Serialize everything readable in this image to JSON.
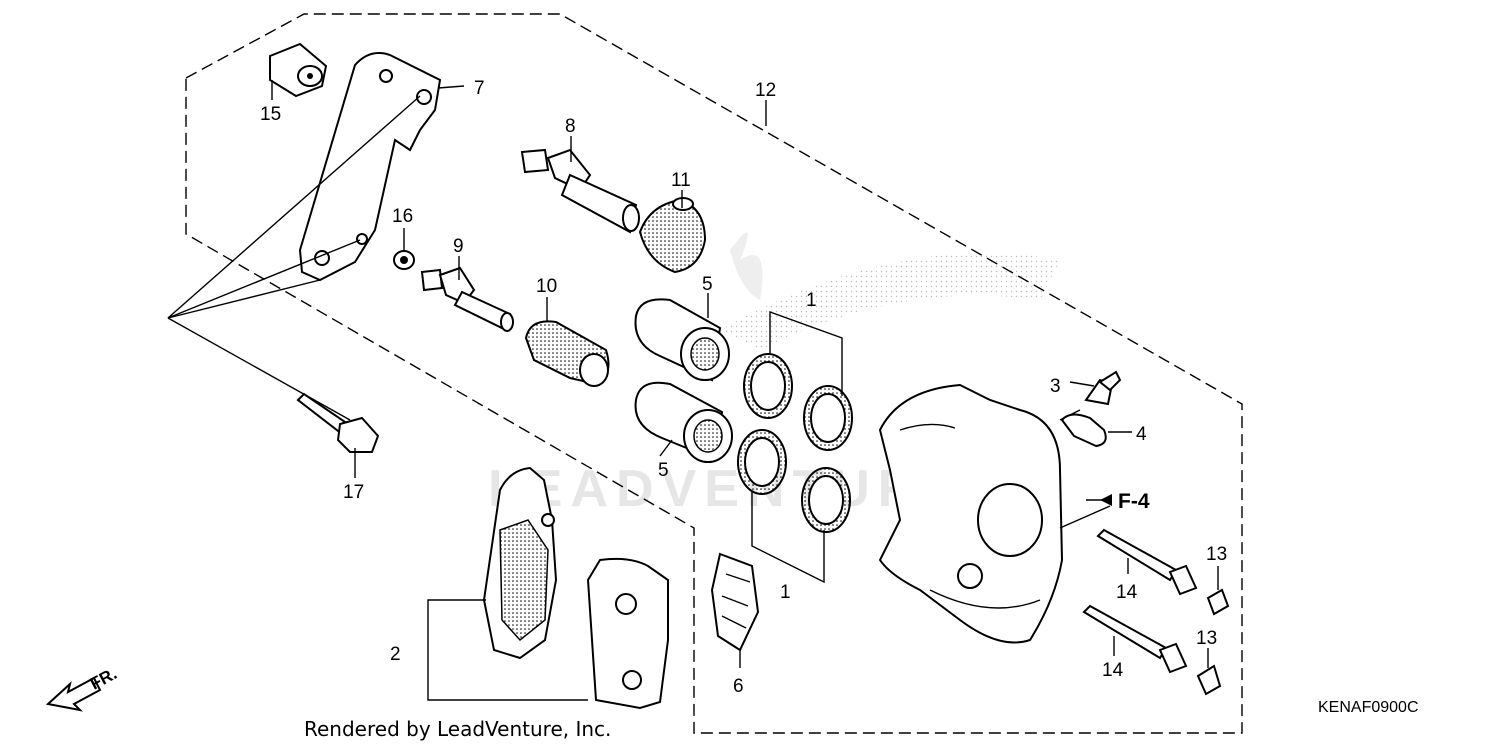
{
  "diagram": {
    "callouts": {
      "c1a": "1",
      "c1b": "1",
      "c2": "2",
      "c3": "3",
      "c4": "4",
      "c5a": "5",
      "c5b": "5",
      "c6": "6",
      "c7": "7",
      "c8": "8",
      "c9": "9",
      "c10": "10",
      "c11": "11",
      "c12": "12",
      "c13a": "13",
      "c13b": "13",
      "c14a": "14",
      "c14b": "14",
      "c15": "15",
      "c16": "16",
      "c17": "17"
    },
    "reference": "F-4",
    "direction_label": "FR.",
    "diagram_code": "KENAF0900C",
    "credit": "Rendered by LeadVenture, Inc.",
    "watermark": "LEADVENTURE"
  },
  "colors": {
    "line": "#000000",
    "background": "#ffffff",
    "watermark": "#e6e6e6"
  }
}
